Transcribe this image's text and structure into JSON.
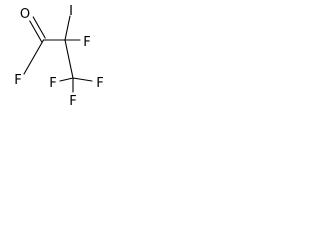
{
  "molecule": {
    "atoms": {
      "o1": "O",
      "i1": "I",
      "f1": "F",
      "f2": "F",
      "f3": "F",
      "f4": "F",
      "f5": "F"
    },
    "ink_color": "#000000",
    "background_color": "#ffffff"
  }
}
